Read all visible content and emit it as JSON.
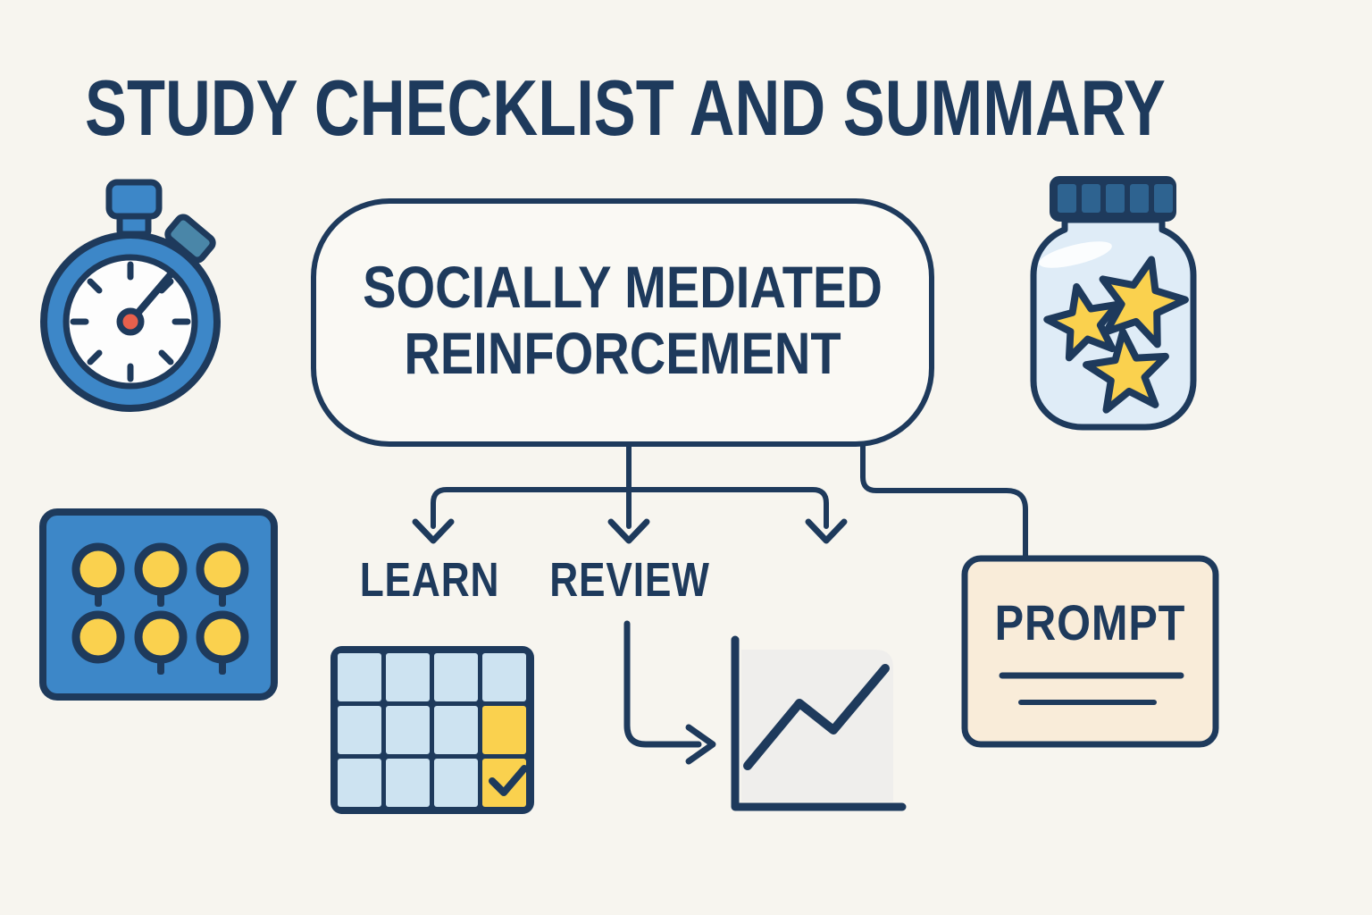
{
  "title": "STUDY CHECKLIST AND SUMMARY",
  "diagram": {
    "bubble": {
      "line1": "SOCIALLY MEDIATED",
      "line2": "REINFORCEMENT"
    },
    "branch_labels": {
      "learn": "LEARN",
      "review": "REVIEW"
    },
    "prompt_card": {
      "label": "PROMPT"
    },
    "icons": [
      {
        "name": "stopwatch-icon",
        "meaning": "timer with hand pointing upper right"
      },
      {
        "name": "star-jar-icon",
        "meaning": "jar holding three stars"
      },
      {
        "name": "token-board-icon",
        "meaning": "blue board with six yellow tokens"
      },
      {
        "name": "calendar-checklist-icon",
        "meaning": "calendar grid with two highlighted days and a checkmark"
      },
      {
        "name": "progress-chart-icon",
        "meaning": "rising zigzag line chart"
      },
      {
        "name": "down-arrow-icon",
        "meaning": "three branch arrows from bubble"
      },
      {
        "name": "elbow-arrow-icon",
        "meaning": "arrow from REVIEW to chart"
      }
    ]
  },
  "colors": {
    "bg": "#f7f5ef",
    "navy": "#1e3a5c",
    "blue": "#3d87c8",
    "steel": "#2e6390",
    "teal": "#4a86a8",
    "jarBody": "#dfecf7",
    "cellBlue": "#cde3f1",
    "yellow": "#fad14e",
    "red": "#e8604c",
    "cream": "#f9ecd9",
    "gray": "#efeeec",
    "white": "#fdfdfd",
    "bubbleFill": "#faf9f4"
  }
}
